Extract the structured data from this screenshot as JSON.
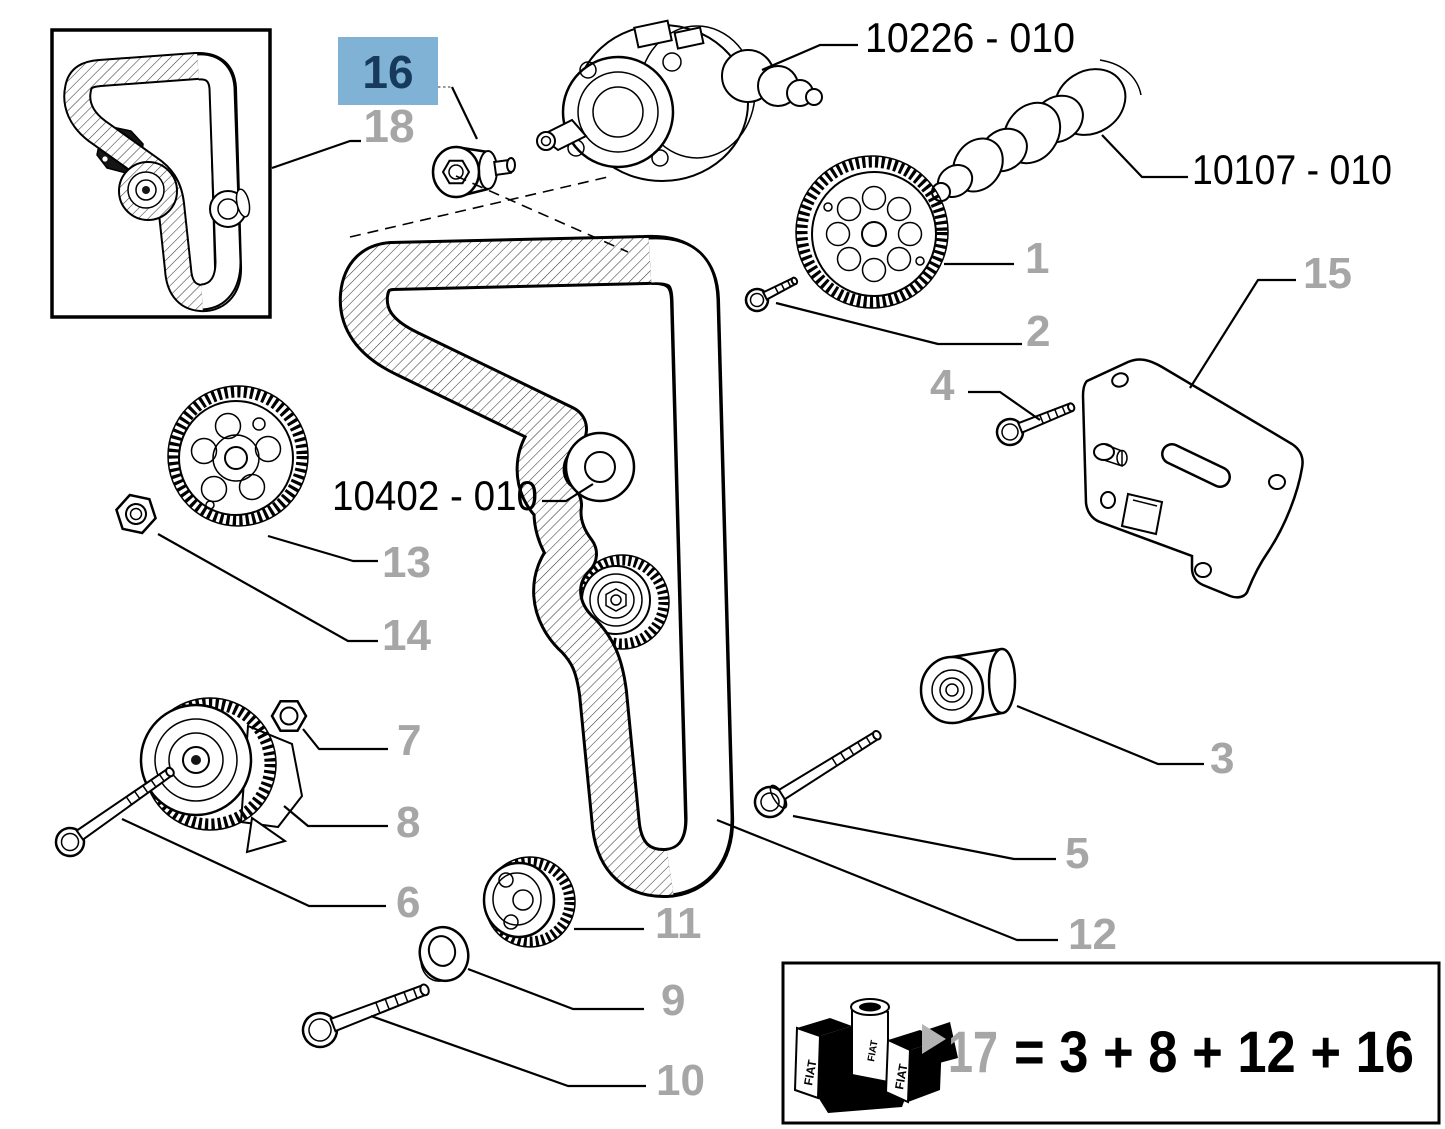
{
  "diagram": {
    "part_numbers": {
      "pump": "10226 - 010",
      "camshaft": "10107 - 010",
      "belt_guide": "10402 - 010"
    },
    "callouts": {
      "c1": "1",
      "c2": "2",
      "c3": "3",
      "c4": "4",
      "c5": "5",
      "c6": "6",
      "c7": "7",
      "c8": "8",
      "c9": "9",
      "c10": "10",
      "c11": "11",
      "c12": "12",
      "c13": "13",
      "c14": "14",
      "c15": "15",
      "c16": "16",
      "c17": "17",
      "c18": "18"
    },
    "legend": {
      "kit_ref": "17",
      "formula": "= 3 + 8 + 12 + 16",
      "brand": "FIAT"
    },
    "colors": {
      "highlight_bg": "#7fb2d4",
      "highlight_text": "#173a5c",
      "callout_gray": "#a6a6a6",
      "line_black": "#000000",
      "background": "#ffffff"
    }
  }
}
